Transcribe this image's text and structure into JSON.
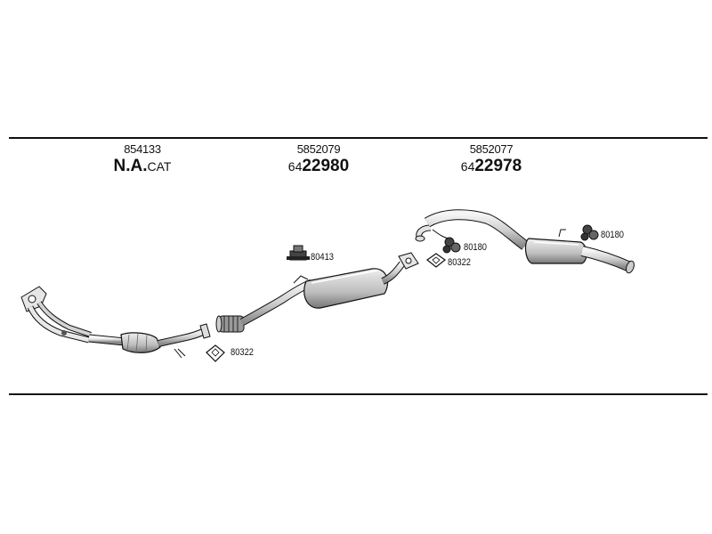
{
  "columns": [
    {
      "ref": "854133",
      "main": "N.A.",
      "suffix": "CAT",
      "prefix": ""
    },
    {
      "ref": "5852079",
      "prefix": "64",
      "main": "22980",
      "suffix": ""
    },
    {
      "ref": "5852077",
      "prefix": "64",
      "main": "22978",
      "suffix": ""
    }
  ],
  "parts": {
    "gasket_left": "80322",
    "clamp_mid": "80413",
    "clamp_right1": "80180",
    "gasket_right": "80322",
    "clamp_right2": "80180"
  },
  "colors": {
    "line": "#111111",
    "part_fill": "#dddddd",
    "part_shade": "#9a9a9a"
  }
}
